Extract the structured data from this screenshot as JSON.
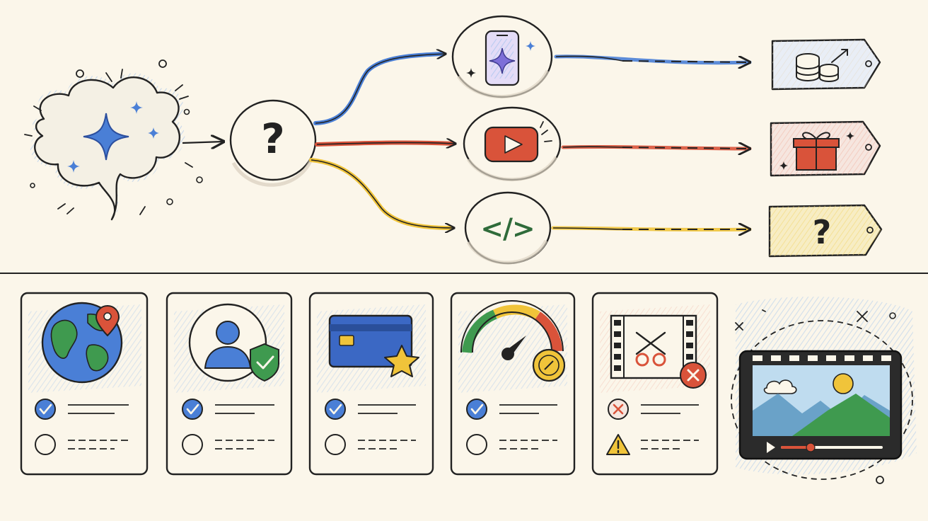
{
  "colors": {
    "background": "#fbf6ea",
    "ink": "#222222",
    "blue": "#4a7fd6",
    "red": "#d9533a",
    "yellow": "#f0c43a",
    "green": "#3f9a4f",
    "purple": "#7d6fd8",
    "tag_blue_fill": "#e9eef6",
    "tag_red_fill": "#f6e6df",
    "tag_yellow_fill": "#f7edc4"
  },
  "hub": {
    "symbol": "?"
  },
  "branches": [
    {
      "id": "app",
      "color": "blue",
      "node_icon": "phone-sparkle-icon",
      "tag_icon": "coins-growth-icon"
    },
    {
      "id": "video",
      "color": "red",
      "node_icon": "video-play-icon",
      "tag_icon": "gift-icon"
    },
    {
      "id": "code",
      "color": "yellow",
      "node_icon": "code-brackets-icon",
      "node_text": "</>",
      "tag_icon": "question-icon",
      "tag_text": "?"
    }
  ],
  "cards": [
    {
      "icon": "globe-location-icon",
      "checks": [
        "checked",
        "empty"
      ]
    },
    {
      "icon": "user-shield-icon",
      "checks": [
        "checked",
        "empty"
      ]
    },
    {
      "icon": "credit-card-star-icon",
      "checks": [
        "checked",
        "empty"
      ]
    },
    {
      "icon": "speedometer-coin-icon",
      "checks": [
        "checked",
        "empty"
      ]
    },
    {
      "icon": "film-scissors-error-icon",
      "checks": [
        "error",
        "warning"
      ]
    }
  ],
  "featured": {
    "icon": "video-player-landscape-icon"
  }
}
